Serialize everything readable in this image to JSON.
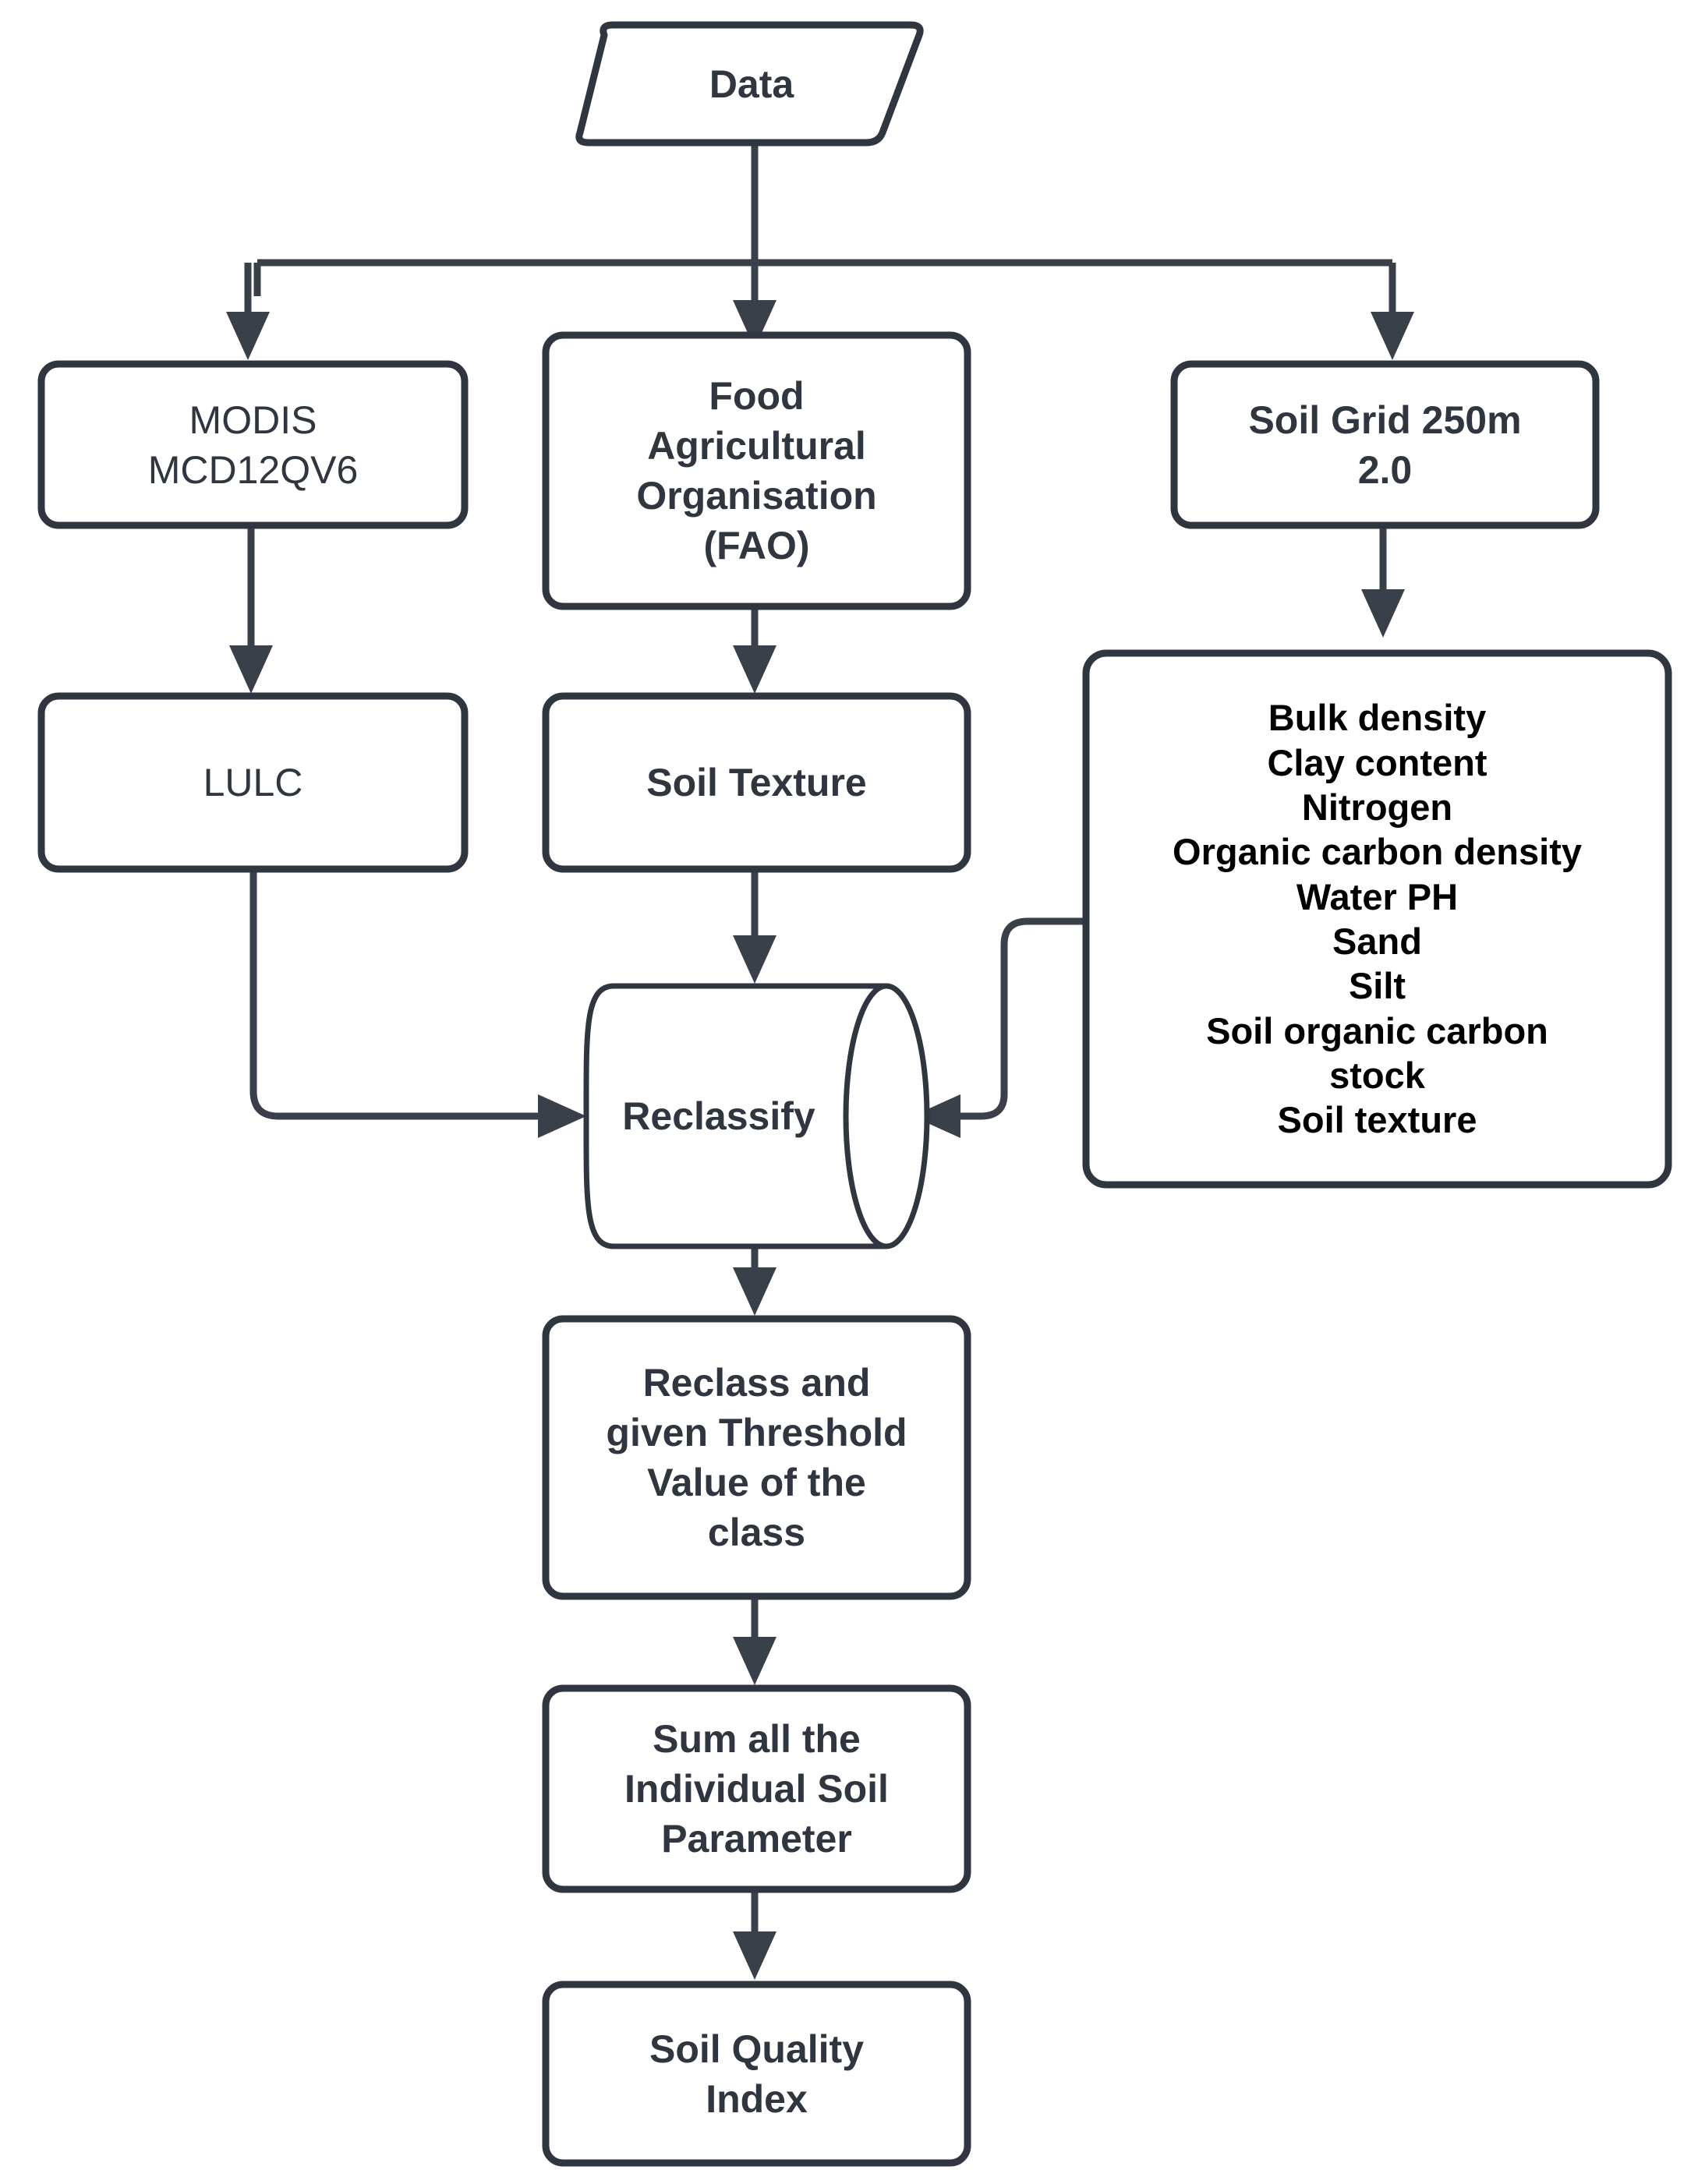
{
  "diagram": {
    "title": "Soil Quality Index Methodology Flowchart",
    "colors": {
      "stroke": "#2f3640",
      "edge": "#3a4049",
      "node_fill": "#ffffff",
      "list_text": "#000000",
      "canvas": "#ffffff"
    }
  },
  "nodes": {
    "data": {
      "label": "Data",
      "shape": "parallelogram"
    },
    "modis": {
      "label": "MODIS\nMCD12QV6",
      "shape": "rounded-rect"
    },
    "fao": {
      "label": "Food\nAgricultural\nOrganisation\n(FAO)",
      "shape": "rounded-rect"
    },
    "soilgrid": {
      "label": "Soil Grid 250m\n2.0",
      "shape": "rounded-rect"
    },
    "lulc": {
      "label": "LULC",
      "shape": "rounded-rect"
    },
    "soiltexture": {
      "label": "Soil Texture",
      "shape": "rounded-rect"
    },
    "parameters": {
      "shape": "rounded-rect",
      "items": [
        "Bulk density",
        "Clay content",
        "Nitrogen",
        "Organic carbon density",
        "Water PH",
        "Sand",
        "Silt",
        "Soil organic carbon",
        "stock",
        "Soil texture"
      ]
    },
    "reclassify": {
      "label": "Reclassify",
      "shape": "cylinder"
    },
    "threshold": {
      "label": "Reclass and\ngiven Threshold\nValue of the\nclass",
      "shape": "rounded-rect"
    },
    "sum": {
      "label": "Sum all  the\nIndividual Soil\nParameter",
      "shape": "rounded-rect"
    },
    "sqi": {
      "label": "Soil Quality\nIndex",
      "shape": "rounded-rect"
    }
  },
  "edges": [
    {
      "from": "data",
      "to": "modis"
    },
    {
      "from": "data",
      "to": "fao"
    },
    {
      "from": "data",
      "to": "soilgrid"
    },
    {
      "from": "modis",
      "to": "lulc"
    },
    {
      "from": "fao",
      "to": "soiltexture"
    },
    {
      "from": "soilgrid",
      "to": "parameters"
    },
    {
      "from": "lulc",
      "to": "reclassify"
    },
    {
      "from": "soiltexture",
      "to": "reclassify"
    },
    {
      "from": "parameters",
      "to": "reclassify"
    },
    {
      "from": "reclassify",
      "to": "threshold"
    },
    {
      "from": "threshold",
      "to": "sum"
    },
    {
      "from": "sum",
      "to": "sqi"
    }
  ]
}
